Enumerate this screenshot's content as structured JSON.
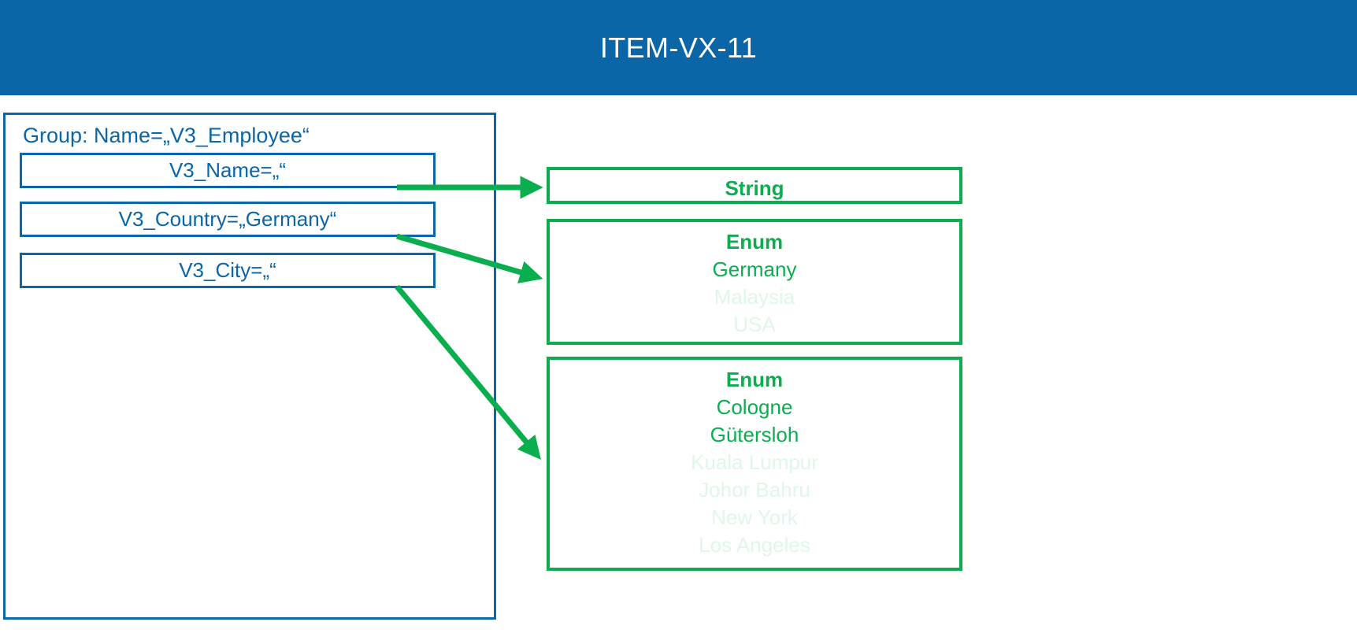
{
  "header": {
    "title": "ITEM-VX-11",
    "background_color": "#0A66A6",
    "text_color": "#FFFFFF"
  },
  "colors": {
    "blue": "#0A66A6",
    "green": "#0AAE4E",
    "green_dim": "#DFF7E8",
    "white": "#FFFFFF"
  },
  "group": {
    "label": "Group: Name=„V3_Employee“",
    "attributes": [
      {
        "label": "V3_Name=„“",
        "name": "V3_Name",
        "value": ""
      },
      {
        "label": "V3_Country=„Germany“",
        "name": "V3_Country",
        "value": "Germany"
      },
      {
        "label": "V3_City=„“",
        "name": "V3_City",
        "value": ""
      }
    ]
  },
  "types": [
    {
      "id": "string-type",
      "title": "String",
      "values": []
    },
    {
      "id": "country-enum-type",
      "title": "Enum",
      "values": [
        {
          "text": "Germany",
          "dim": false
        },
        {
          "text": "Malaysia",
          "dim": true
        },
        {
          "text": "USA",
          "dim": true
        }
      ]
    },
    {
      "id": "city-enum-type",
      "title": "Enum",
      "values": [
        {
          "text": "Cologne",
          "dim": false
        },
        {
          "text": "Gütersloh",
          "dim": false
        },
        {
          "text": "Kuala Lumpur",
          "dim": true
        },
        {
          "text": "Johor Bahru",
          "dim": true
        },
        {
          "text": "New York",
          "dim": true
        },
        {
          "text": "Los Angeles",
          "dim": true
        }
      ]
    }
  ],
  "connections": [
    {
      "from": "V3_Name",
      "to": "string-type"
    },
    {
      "from": "V3_Country",
      "to": "country-enum-type"
    },
    {
      "from": "V3_City",
      "to": "city-enum-type"
    }
  ]
}
